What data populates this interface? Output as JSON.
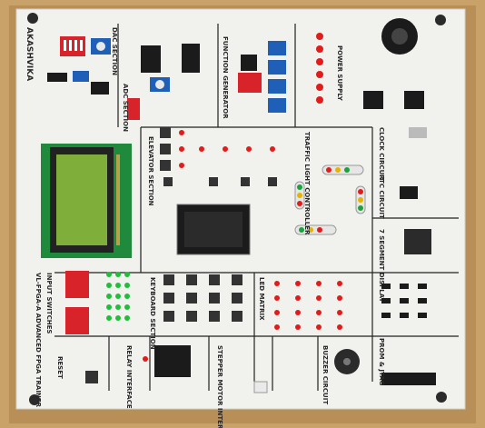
{
  "brand": "AKASHVIKA",
  "board_title": "VL-FPGA-A ADVANCED FPGA TRAINER",
  "sections": {
    "dac": "DAC SECTION",
    "adc": "ADC SECTION",
    "function_generator": "FUNCTION GENERATOR",
    "power_supply": "POWER SUPPLY",
    "traffic_light": "TRAFFIC LIGHT CONTROLLER",
    "clock_circuit": "CLOCK CIRCUIT",
    "elevator": "ELEVATOR SECTION",
    "rtc": "RTC CIRCUIT",
    "seven_segment": "7 SEGMENT DISPLAY",
    "input_switches": "INPUT SWITCHES",
    "keyboard": "KEYBOARD SECTION",
    "led_matrix": "LED MATRIX",
    "prom_jtag": "PROM & JTAG",
    "reset": "RESET",
    "relay": "RELAY INTERFACE",
    "stepper": "STEPPER MOTOR INTERFACE",
    "buzzer": "BUZZER CIRCUIT"
  },
  "colors": {
    "wood": "#c9a26a",
    "panel": "#f1f1ee",
    "lcd": "#7fae3a",
    "pcb_green": "#1f8a3b",
    "led_red": "#e21b1b",
    "dip_red": "#d8232a",
    "pot_blue": "#1f5fb8"
  }
}
